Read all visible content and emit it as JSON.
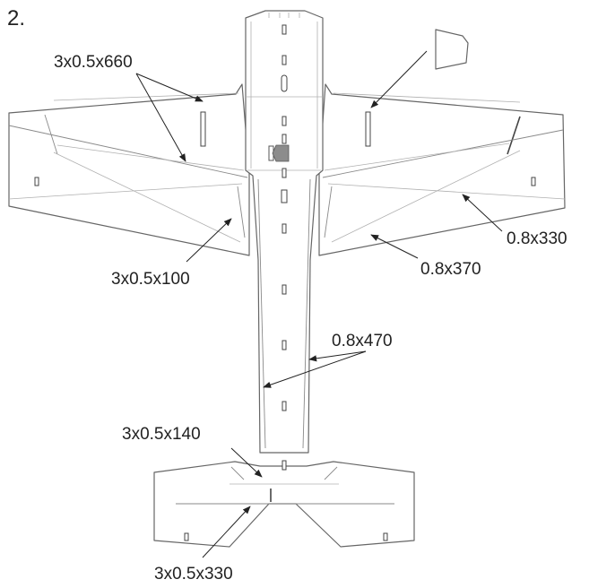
{
  "step_label": "2.",
  "callouts": {
    "wing_spar_660": "3x0.5x660",
    "wing_root_100": "3x0.5x100",
    "wing_rod_330": "0.8x330",
    "wing_rod_370": "0.8x370",
    "fuselage_rod_470": "0.8x470",
    "tail_spar_140": "3x0.5x140",
    "tail_spar_330": "3x0.5x330"
  },
  "colors": {
    "outline": "#666666",
    "text": "#222222",
    "servo_mark": "#8c8c8c"
  }
}
